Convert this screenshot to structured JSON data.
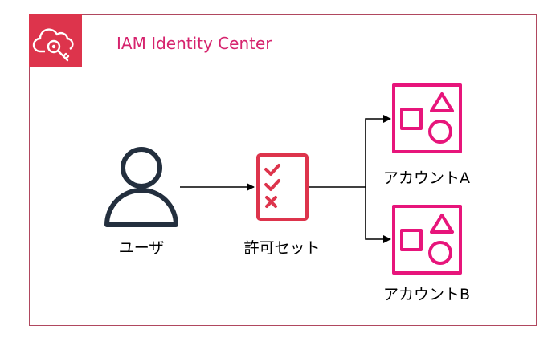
{
  "group": {
    "title": "IAM Identity Center",
    "border_color": "#b0485f",
    "icon": "cloud-key-icon",
    "icon_bg": "#dd344c",
    "title_color": "#d6246e"
  },
  "nodes": {
    "user": {
      "label": "ユーザ",
      "icon": "user-icon"
    },
    "permission_set": {
      "label": "許可セット",
      "icon": "checklist-icon",
      "color": "#dd344c"
    },
    "account_a": {
      "label": "アカウントA",
      "icon": "account-resources-icon",
      "color": "#e7157b"
    },
    "account_b": {
      "label": "アカウントB",
      "icon": "account-resources-icon",
      "color": "#e7157b"
    }
  },
  "edges": [
    {
      "from": "user",
      "to": "permission_set"
    },
    {
      "from": "permission_set",
      "to": "account_a"
    },
    {
      "from": "permission_set",
      "to": "account_b"
    }
  ]
}
